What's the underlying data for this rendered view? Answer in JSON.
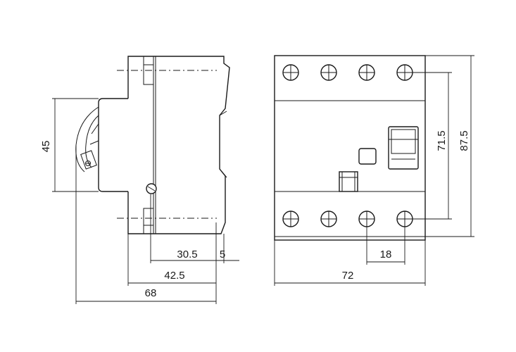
{
  "dimensions": {
    "side_view": {
      "height_45": "45",
      "depth_30_5": "30.5",
      "depth_5": "5",
      "depth_42_5": "42.5",
      "depth_68": "68"
    },
    "front_view": {
      "height_71_5": "71.5",
      "height_87_5": "87.5",
      "pitch_18": "18",
      "width_72": "72"
    }
  },
  "colors": {
    "line": "#1a1a1a",
    "background": "#ffffff"
  }
}
